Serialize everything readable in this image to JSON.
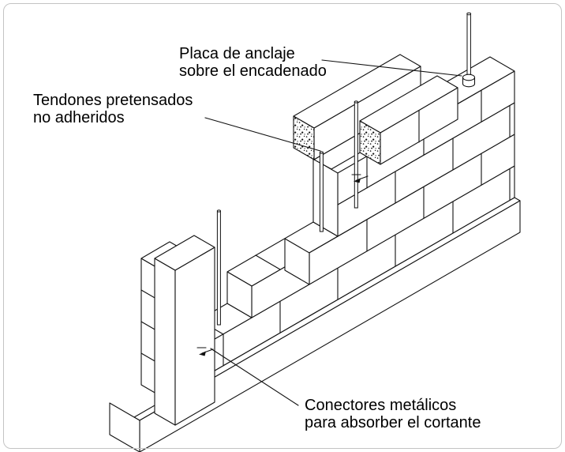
{
  "figure": {
    "description": "Isometric construction diagram of a post-tensioned concrete block masonry wall",
    "labels": {
      "anchor_plate": {
        "line1": "Placa de anclaje",
        "line2": "sobre el encadenado"
      },
      "tendons": {
        "line1": "Tendones pretensados",
        "line2": "no adheridos"
      },
      "shear_connectors": {
        "line1": "Conectores metálicos",
        "line2": "para absorber el cortante"
      }
    },
    "colors": {
      "line": "#111111",
      "background": "#ffffff",
      "frame_border": "#c4c4c4",
      "text": "#000000"
    }
  }
}
